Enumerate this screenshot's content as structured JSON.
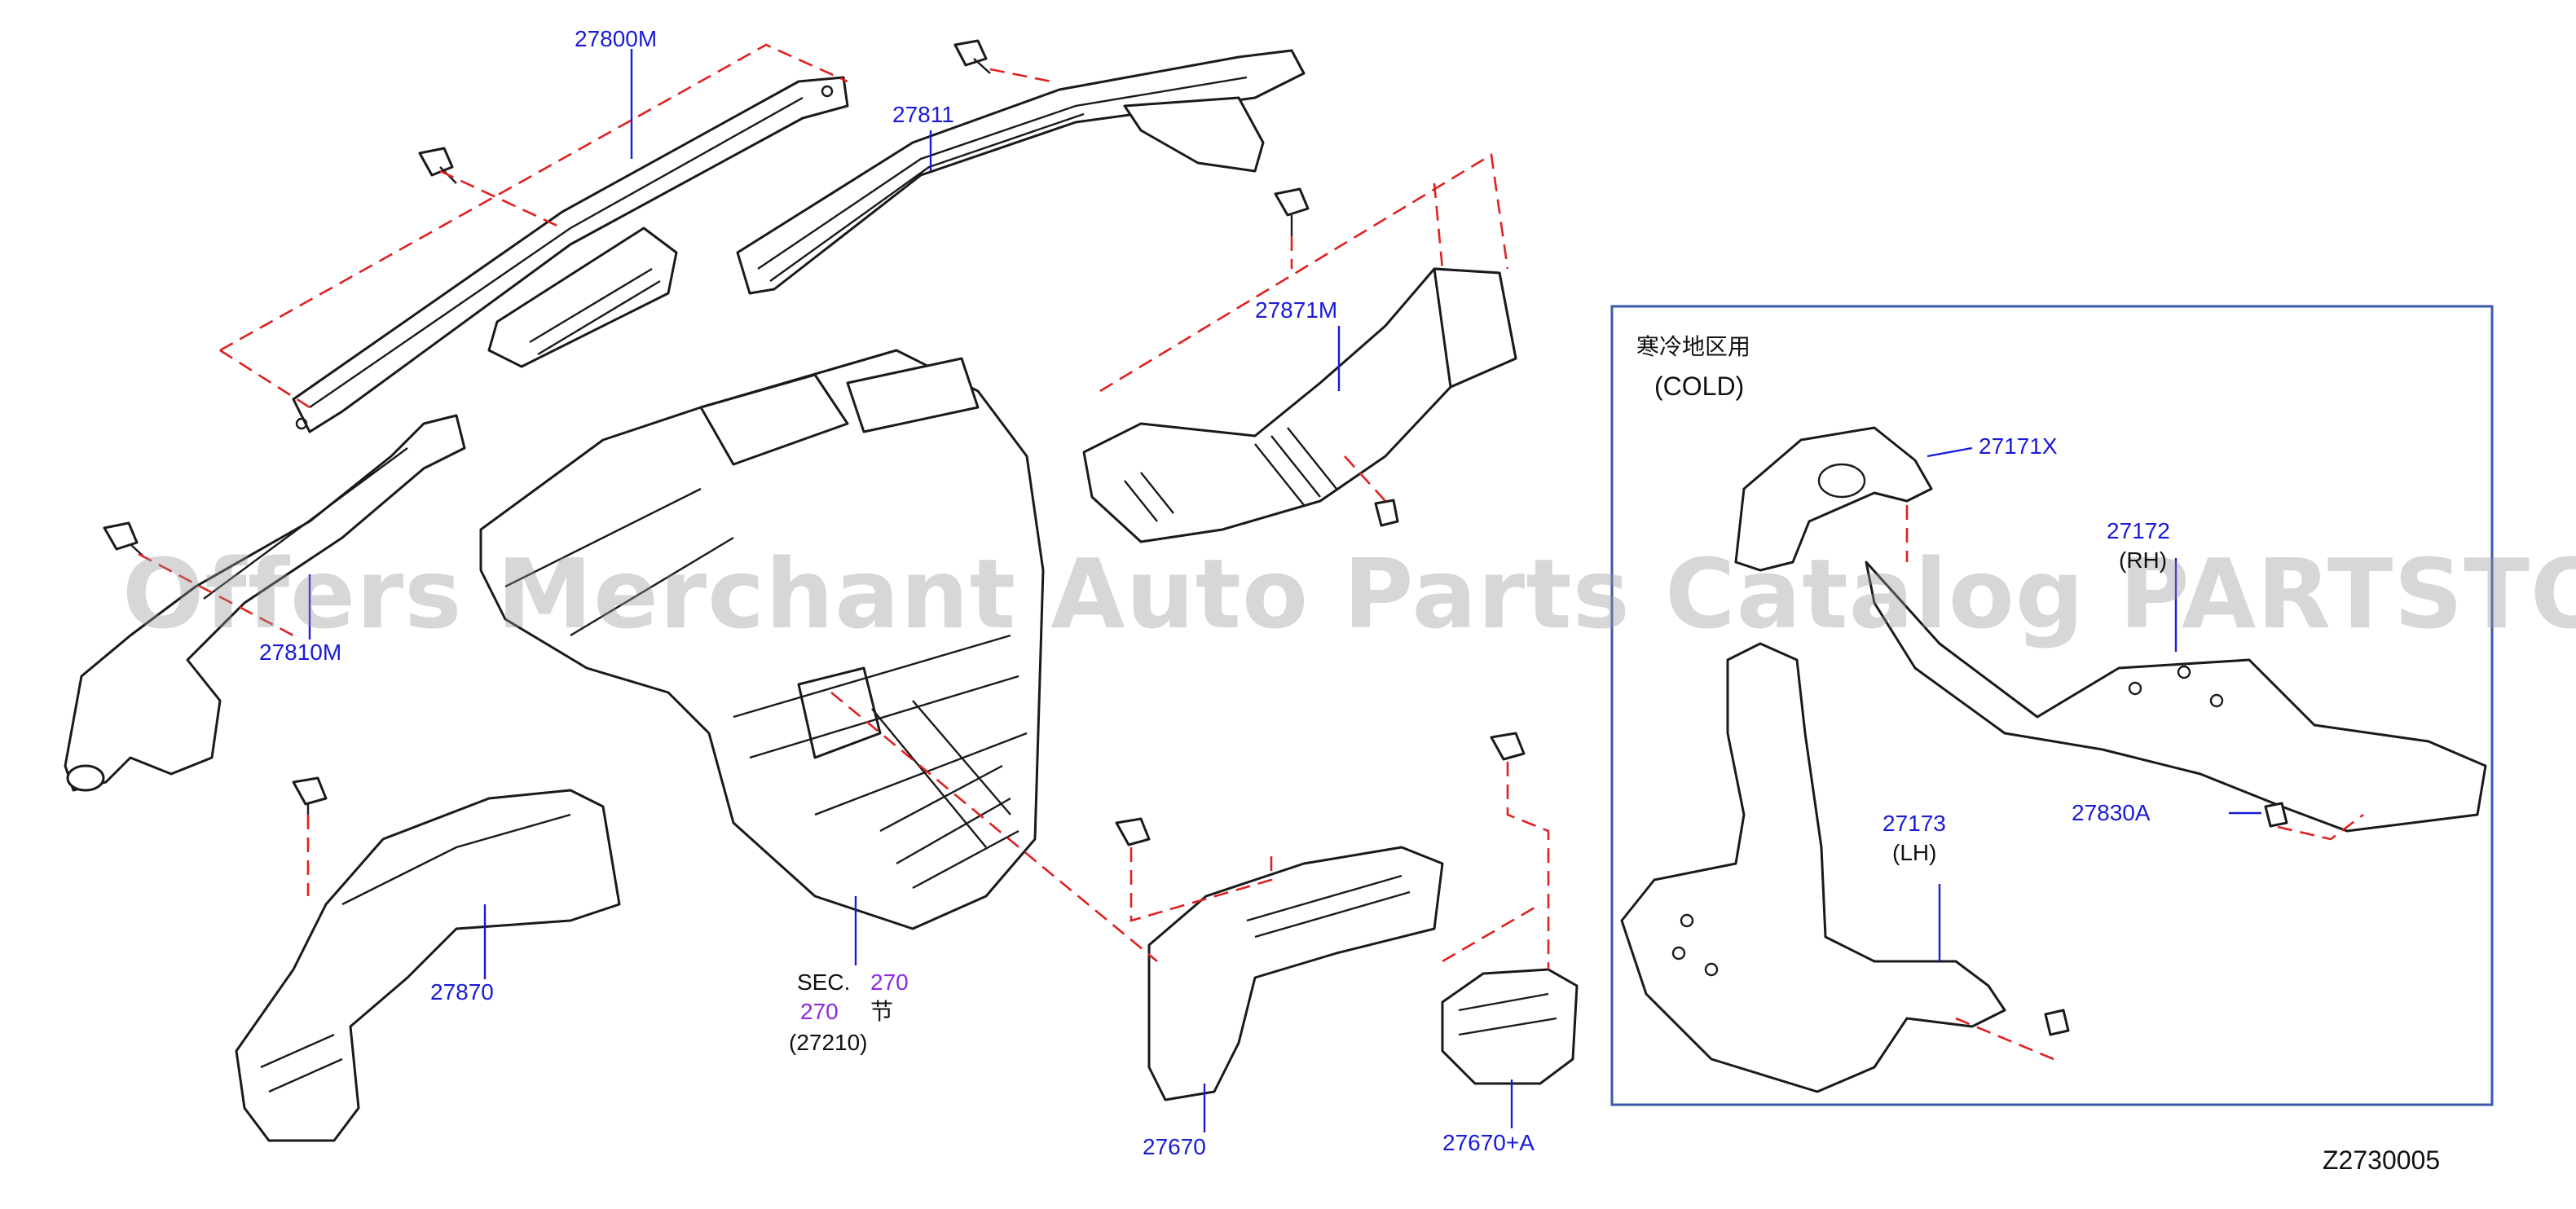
{
  "watermark": "Offers Merchant Auto Parts Catalog PARTSTORE.SA",
  "diagram_code": "Z2730005",
  "inset": {
    "title_cn": "寒冷地区用",
    "title_en": "(COLD)"
  },
  "parts": {
    "p27800M": "27800M",
    "p27811": "27811",
    "p27871M": "27871M",
    "p27810M": "27810M",
    "p27870": "27870",
    "p27670": "27670",
    "p27670A": "27670+A",
    "p27171X": "27171X",
    "p27172": "27172",
    "p27172_side": "(RH)",
    "p27173": "27173",
    "p27173_side": "(LH)",
    "p27830A": "27830A"
  },
  "section_ref": {
    "sec_label": "SEC.",
    "sec_num_1": "270",
    "sec_num_2": "270",
    "sec_suffix": "节",
    "sec_part": "(27210)"
  },
  "colors": {
    "part_label": "#1a1ad8",
    "section_number": "#8a2be2",
    "dash_line": "#e02020",
    "inset_border": "#3a5aa8"
  }
}
